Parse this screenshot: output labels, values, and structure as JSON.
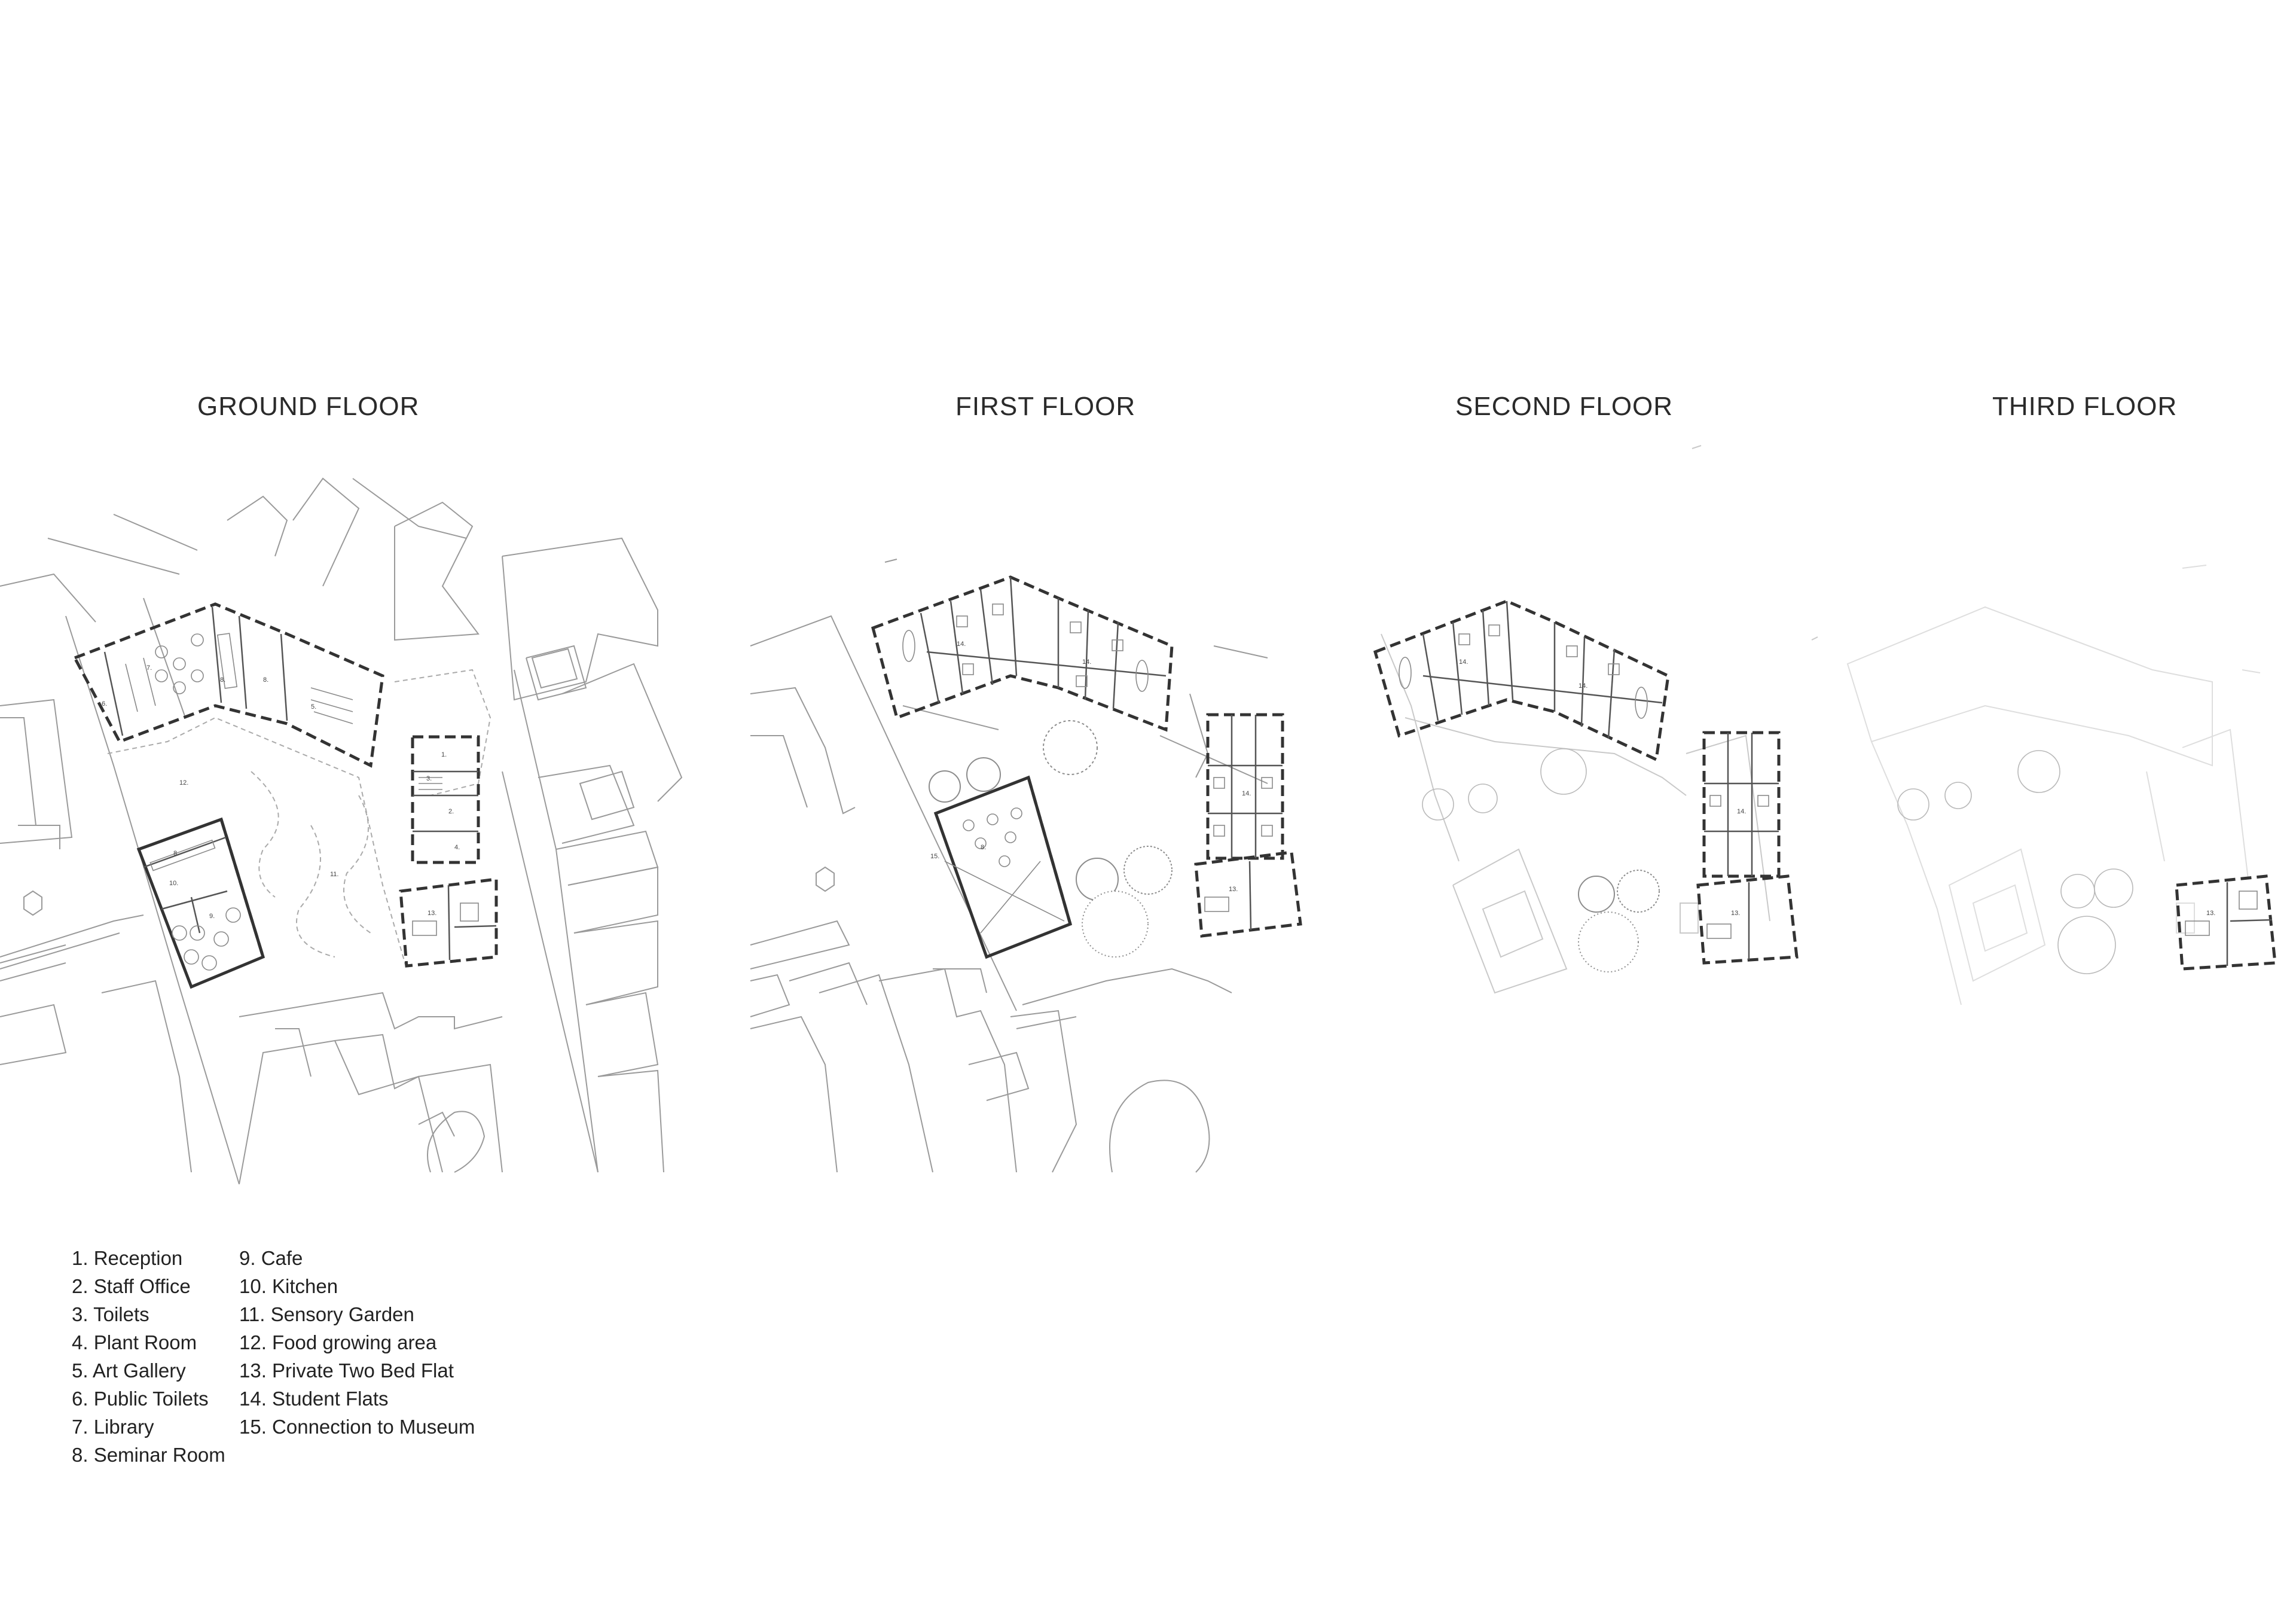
{
  "titles": {
    "ground": "GROUND FLOOR",
    "first": "FIRST FLOOR",
    "second": "SECOND FLOOR",
    "third": "THIRD FLOOR"
  },
  "room_numbers": {
    "r1": "1.",
    "r2": "2.",
    "r3": "3.",
    "r4": "4.",
    "r5": "5.",
    "r6": "6.",
    "r7": "7.",
    "r8": "8.",
    "r9": "9.",
    "r10": "10.",
    "r11": "11.",
    "r12": "12.",
    "r13": "13.",
    "r14": "14.",
    "r15": "15."
  },
  "legend": {
    "col1": [
      "1. Reception",
      "2. Staff Office",
      "3. Toilets",
      "4. Plant Room",
      "5. Art Gallery",
      "6. Public Toilets",
      "7. Library",
      "8. Seminar Room"
    ],
    "col2": [
      "9. Cafe",
      "10. Kitchen",
      "11. Sensory Garden",
      "12. Food growing area",
      "13. Private Two Bed Flat",
      "14. Student Flats",
      "15. Connection to Museum"
    ]
  }
}
